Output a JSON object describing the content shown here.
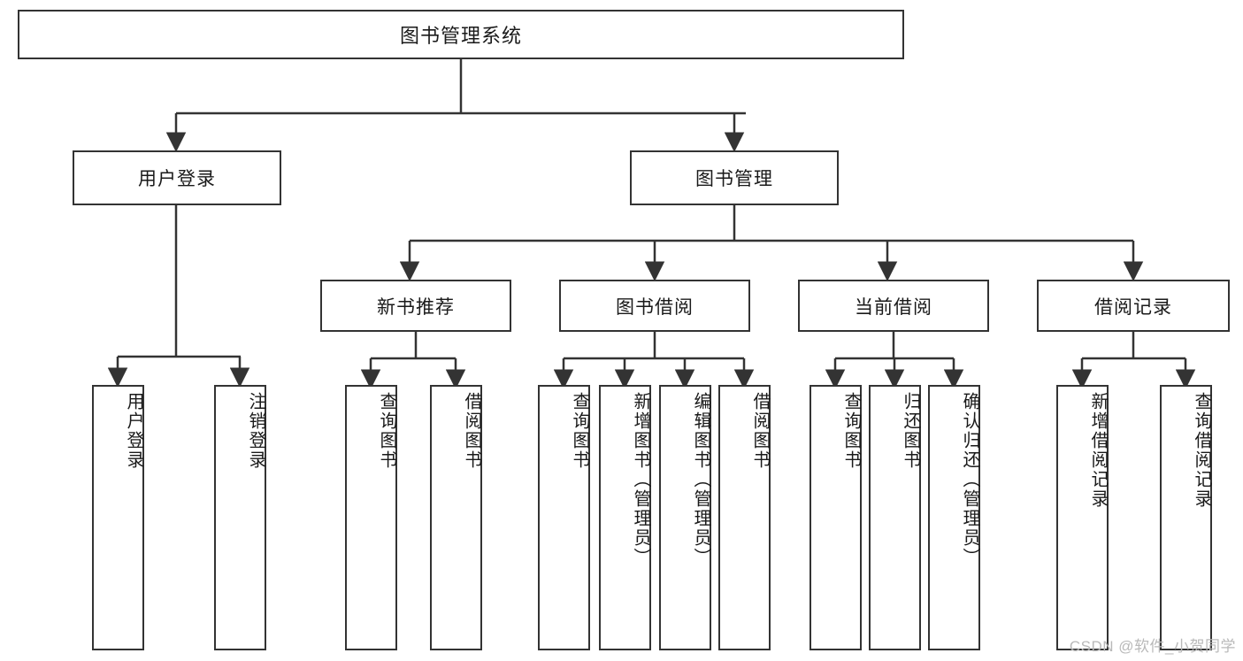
{
  "diagram": {
    "type": "tree",
    "title": "图书管理系统",
    "watermark": "CSDN @软件_小贺同学",
    "colors": {
      "stroke": "#333333",
      "fill": "#ffffff",
      "text": "#1a1a1a",
      "watermark": "#b9b9b9"
    },
    "root": {
      "label": "图书管理系统"
    },
    "level2": [
      {
        "label": "用户登录"
      },
      {
        "label": "图书管理"
      }
    ],
    "level3": [
      {
        "label": "新书推荐"
      },
      {
        "label": "图书借阅"
      },
      {
        "label": "当前借阅"
      },
      {
        "label": "借阅记录"
      }
    ],
    "leaves": {
      "user_login": [
        {
          "label": "用户登录"
        },
        {
          "label": "注销登录"
        }
      ],
      "new_book_recommend": [
        {
          "label": "查询图书"
        },
        {
          "label": "借阅图书"
        }
      ],
      "book_borrow": [
        {
          "label": "查询图书"
        },
        {
          "label": "新增图书（管理员）"
        },
        {
          "label": "编辑图书（管理员）"
        },
        {
          "label": "借阅图书"
        }
      ],
      "current_borrow": [
        {
          "label": "查询图书"
        },
        {
          "label": "归还图书"
        },
        {
          "label": "确认归还（管理员）"
        }
      ],
      "borrow_records": [
        {
          "label": "新增借阅记录"
        },
        {
          "label": "查询借阅记录"
        }
      ]
    }
  }
}
